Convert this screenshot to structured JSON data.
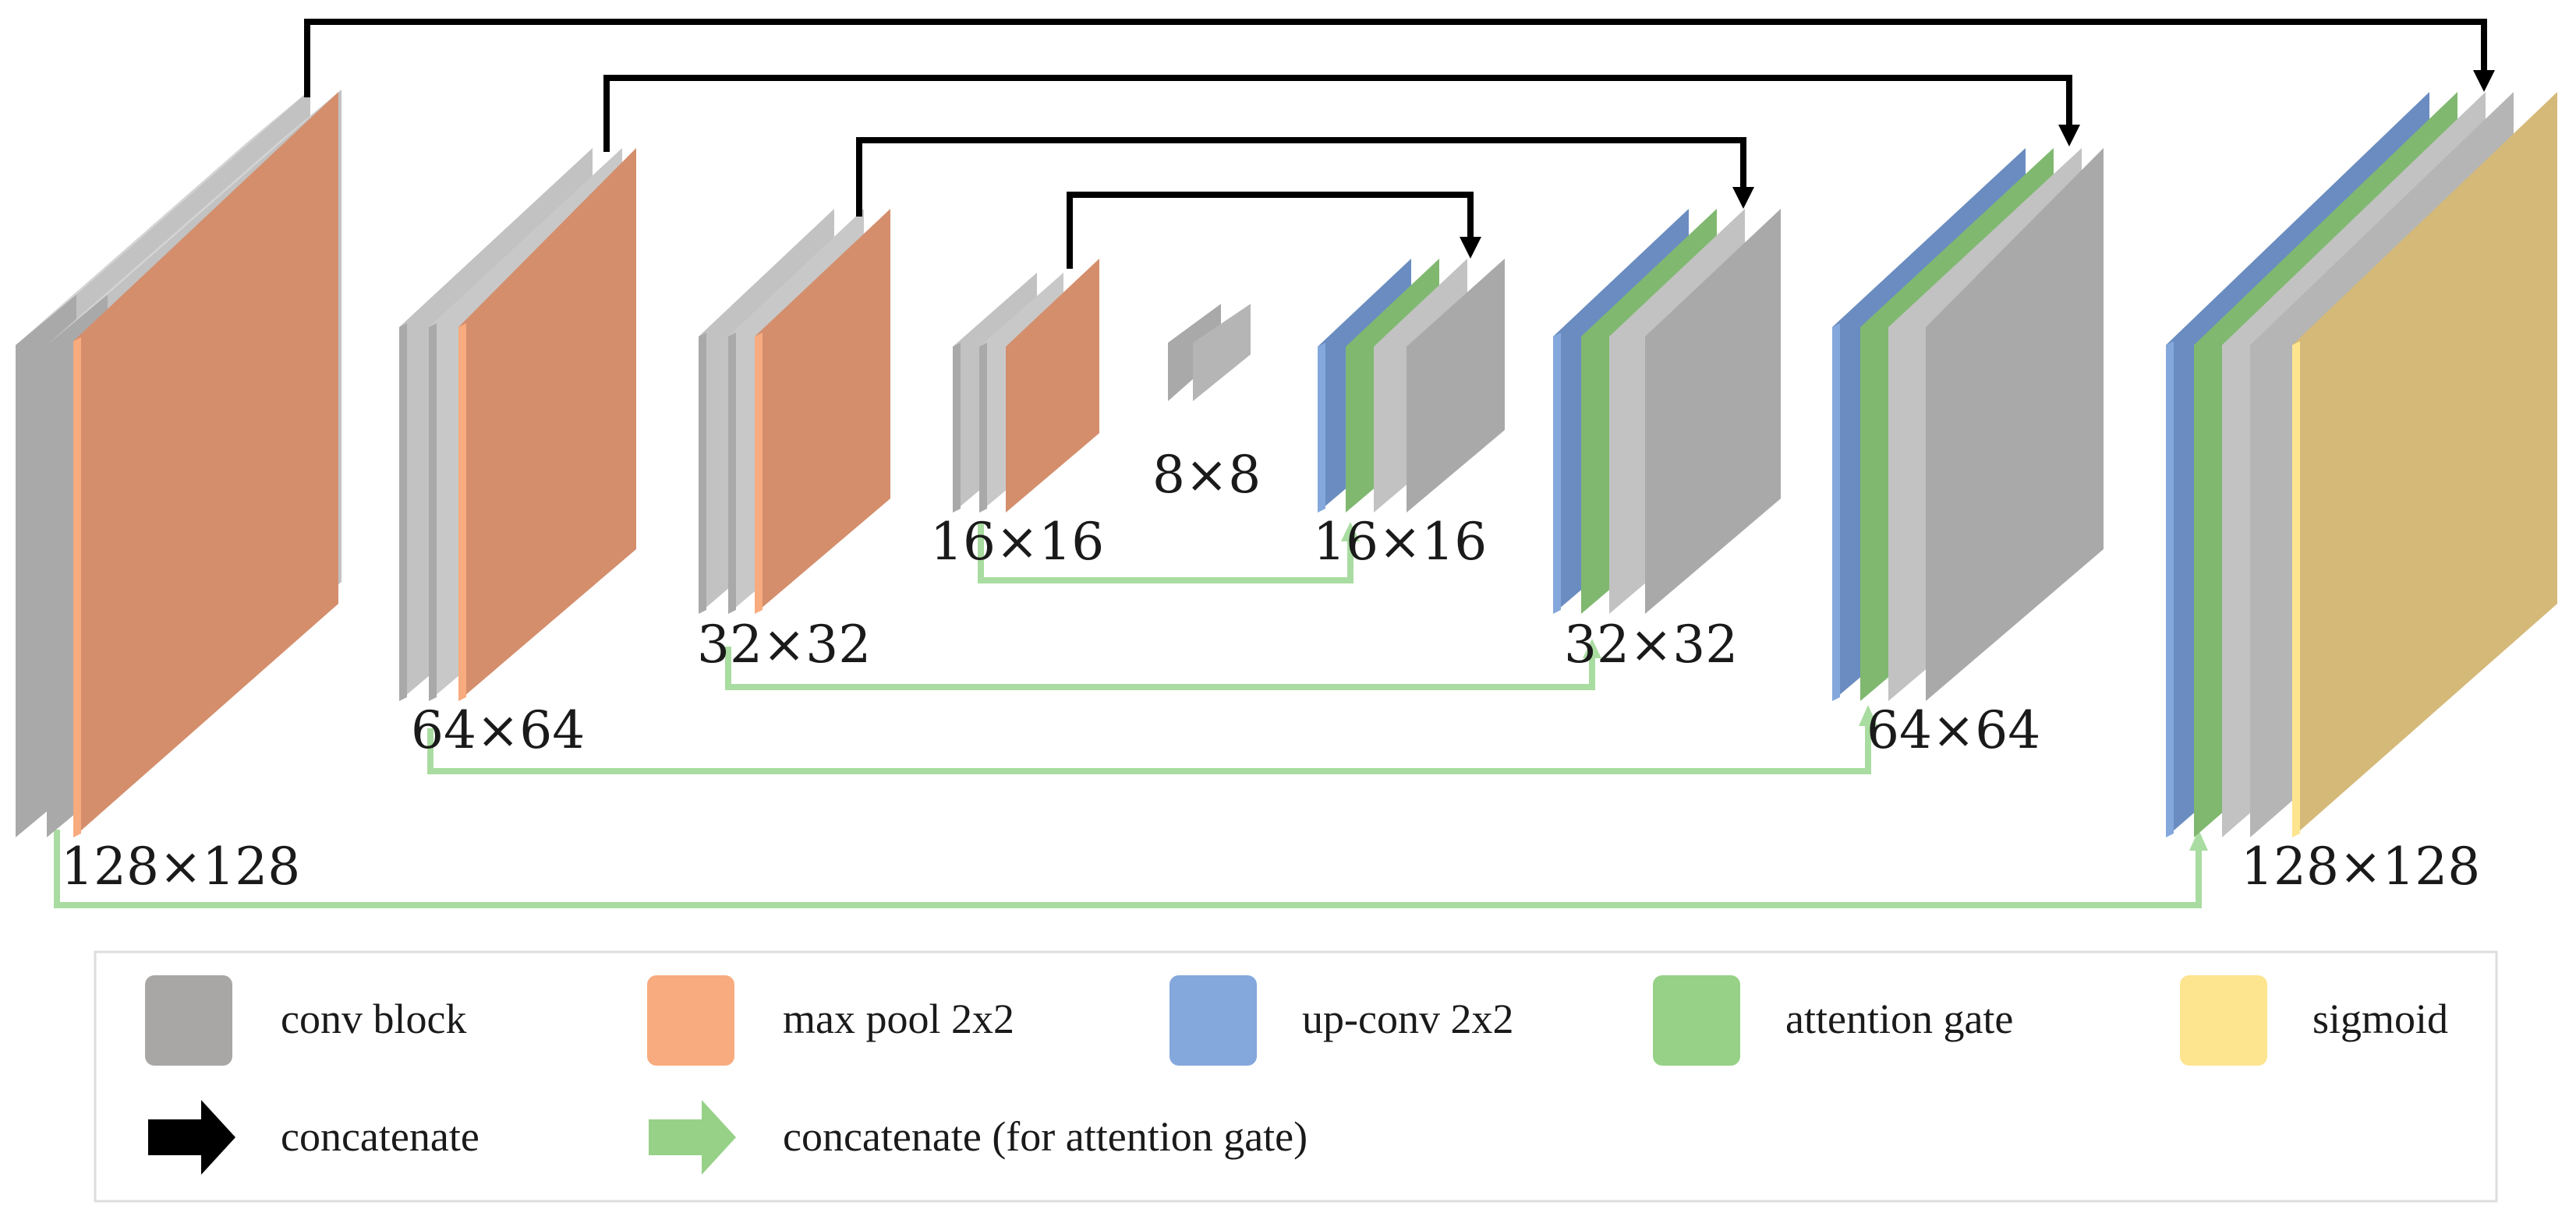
{
  "diagram": {
    "layers": [
      {
        "id": "enc-128",
        "label": "128×128"
      },
      {
        "id": "enc-64",
        "label": "64×64"
      },
      {
        "id": "enc-32",
        "label": "32×32"
      },
      {
        "id": "enc-16",
        "label": "16×16"
      },
      {
        "id": "bottleneck",
        "label": "8×8"
      },
      {
        "id": "dec-16",
        "label": "16×16"
      },
      {
        "id": "dec-32",
        "label": "32×32"
      },
      {
        "id": "dec-64",
        "label": "64×64"
      },
      {
        "id": "dec-128",
        "label": "128×128"
      }
    ]
  },
  "colors": {
    "conv": "#a9a9a9",
    "conv_light": "#c8c8c8",
    "pool": "#d48e6c",
    "upconv": "#6a8cc0",
    "attention": "#80b870",
    "sigmoid": "#d4b978",
    "skip_black": "#000000",
    "skip_green": "#a9dca0"
  },
  "legend": {
    "items": [
      {
        "label": "conv block",
        "color": "#a9a7a6",
        "icon": "conv-block-swatch"
      },
      {
        "label": "max pool 2x2",
        "color": "#f7ab7e",
        "icon": "max-pool-swatch"
      },
      {
        "label": "up-conv 2x2",
        "color": "#84a8dc",
        "icon": "up-conv-swatch"
      },
      {
        "label": "attention gate",
        "color": "#97d188",
        "icon": "attention-gate-swatch"
      },
      {
        "label": "sigmoid",
        "color": "#fde48e",
        "icon": "sigmoid-swatch"
      }
    ],
    "arrows": [
      {
        "label": "concatenate",
        "color": "#000000",
        "icon": "black-arrow-icon"
      },
      {
        "label": "concatenate (for attention gate)",
        "color": "#97d188",
        "icon": "green-arrow-icon"
      }
    ]
  }
}
